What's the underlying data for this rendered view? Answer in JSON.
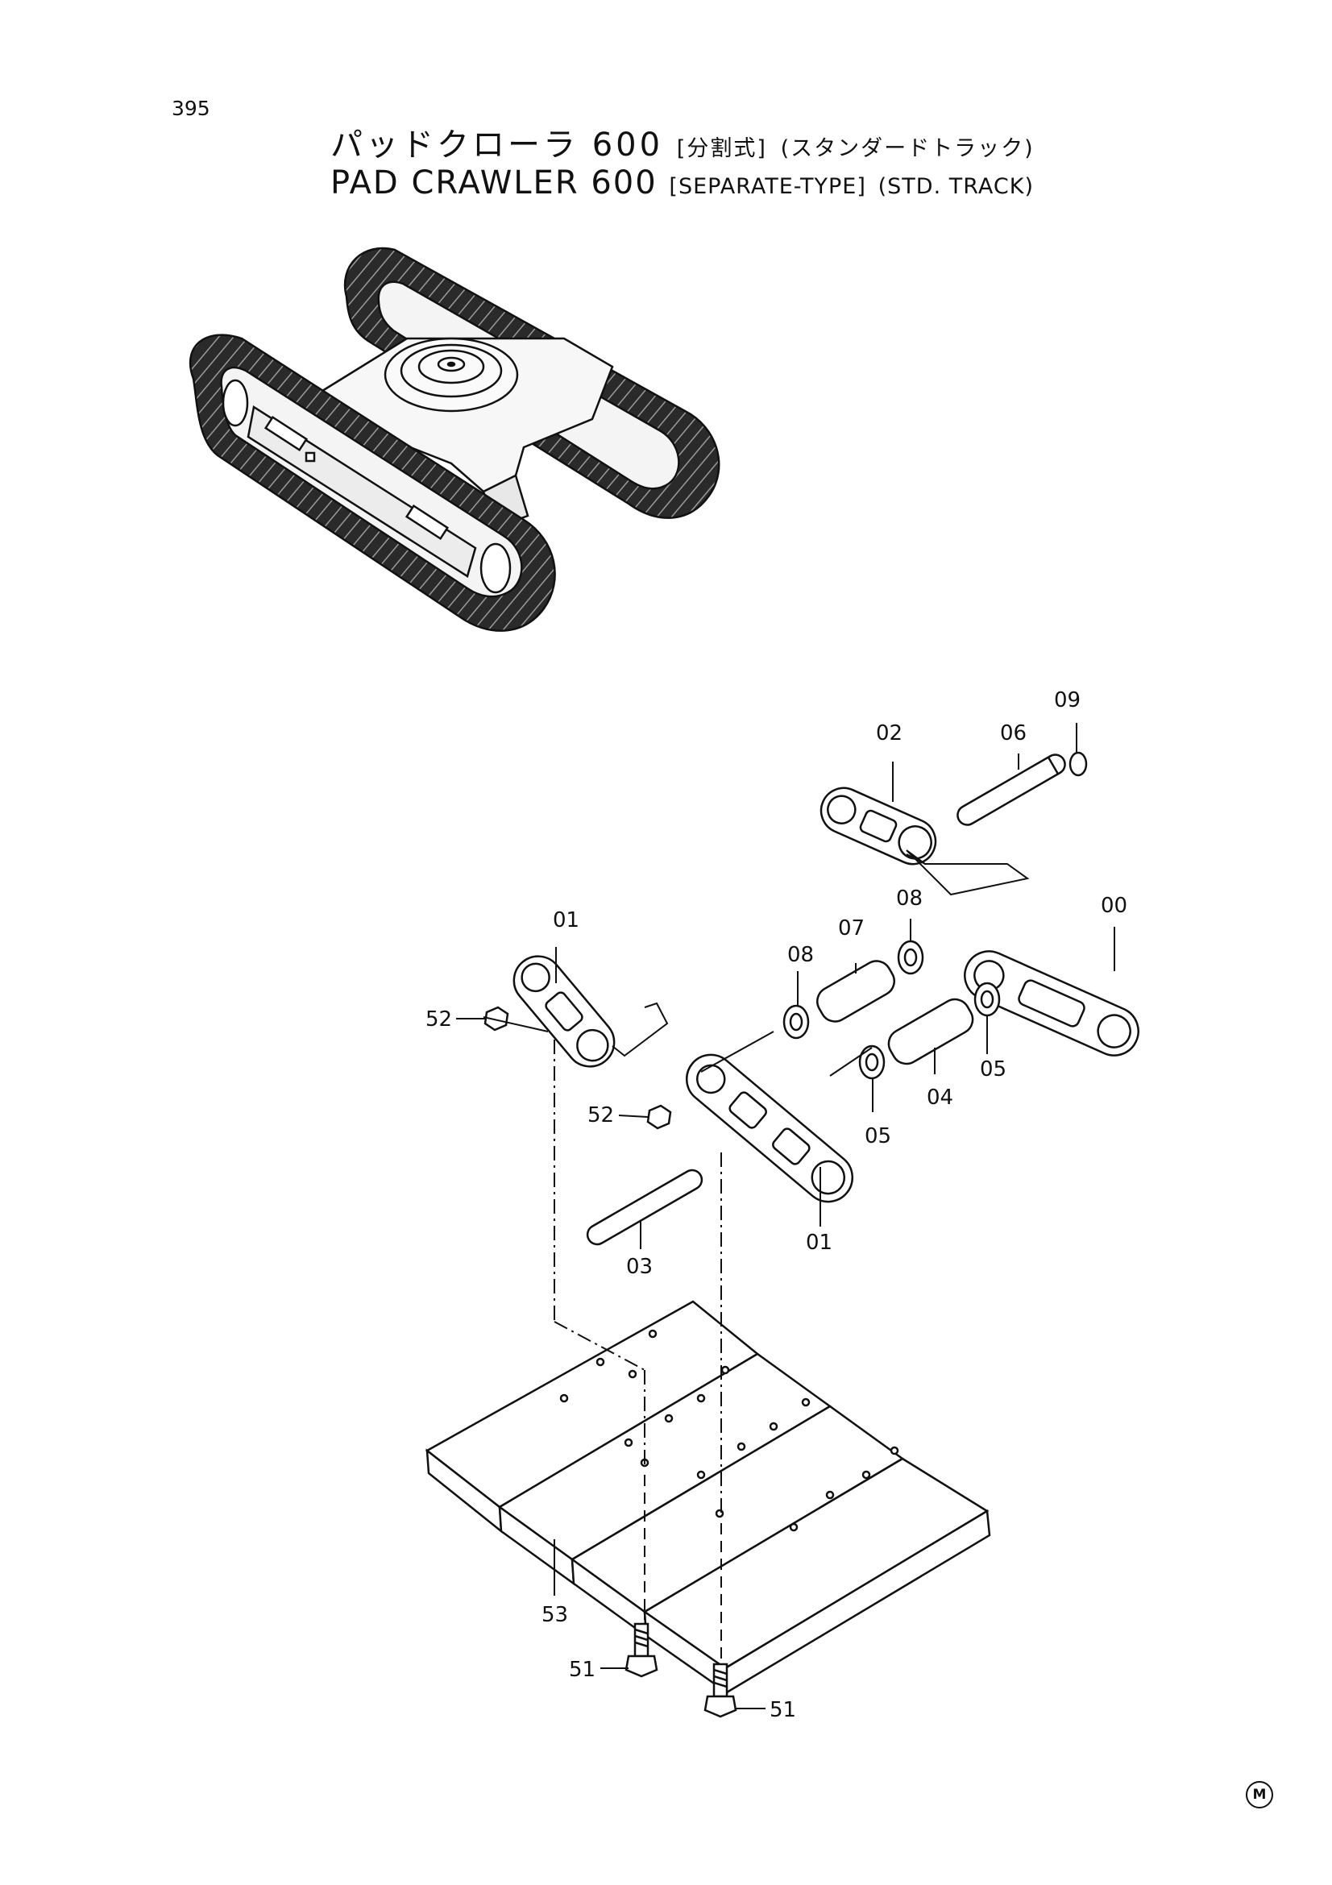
{
  "page_number": "395",
  "title_jp": {
    "main": "パッドクローラ 600",
    "bracket": "[分割式]",
    "paren": "(スタンダードトラック)"
  },
  "title_en": {
    "main": "PAD CRAWLER 600",
    "bracket": "[SEPARATE-TYPE]",
    "paren": "(STD. TRACK)"
  },
  "callouts": {
    "c00": "00",
    "c01a": "01",
    "c01b": "01",
    "c02": "02",
    "c03": "03",
    "c04": "04",
    "c05a": "05",
    "c05b": "05",
    "c06": "06",
    "c07": "07",
    "c08a": "08",
    "c08b": "08",
    "c09": "09",
    "c51a": "51",
    "c51b": "51",
    "c52a": "52",
    "c52b": "52",
    "c53": "53"
  },
  "maker_mark": "M"
}
